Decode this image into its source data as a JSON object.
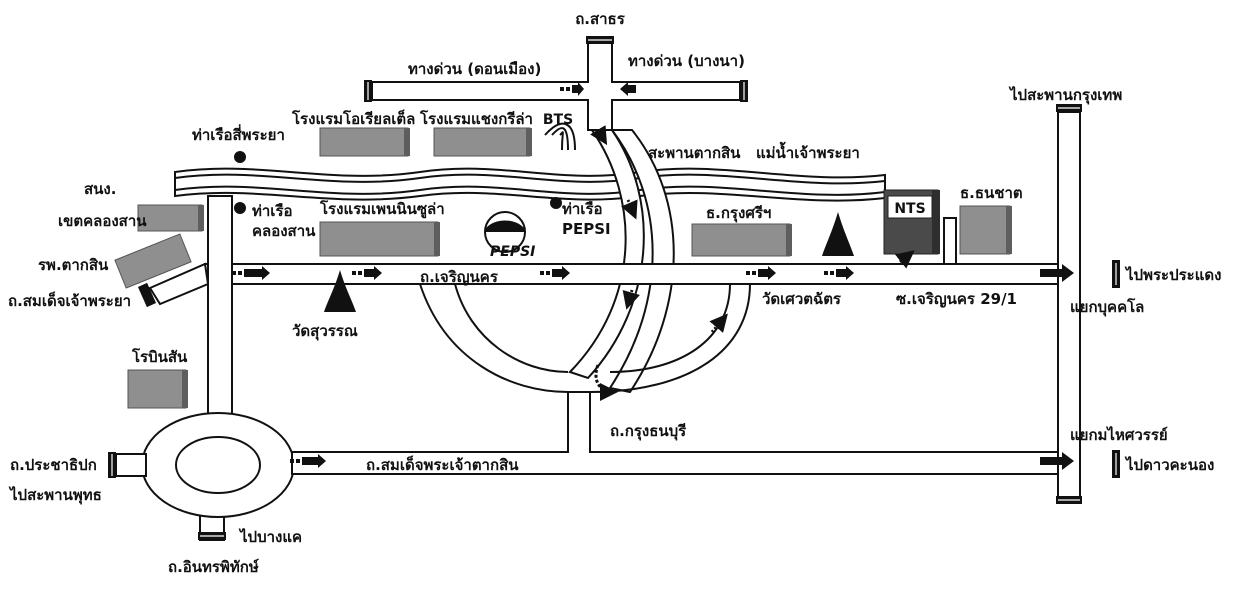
{
  "map": {
    "roads": {
      "sathorn": "ถ.สาธร",
      "expressway_donmuang": "ทางด่วน (ดอนเมือง)",
      "expressway_bangna": "ทางด่วน (บางนา)",
      "charoen_nakhon": "ถ.เจริญนคร",
      "somdet_chaophraya": "ถ.สมเด็จเจ้าพระยา",
      "somdet_phrachao_taksin": "ถ.สมเด็จพระเจ้าตากสิน",
      "krung_thonburi": "ถ.กรุงธนบุรี",
      "prachathipok": "ถ.ประชาธิปก",
      "inthraphithak": "ถ.อินทรพิทักษ์",
      "soi_charoen_nakhon": "ซ.เจริญนคร 29/1"
    },
    "directions": {
      "to_krungthep_bridge": "ไปสะพานกรุงเทพ",
      "to_pradaeng": "ไปพระประแดง",
      "to_dao_khanong": "ไปดาวคะนอง",
      "to_phut_bridge": "ไปสะพานพุทธ",
      "to_bang_khae": "ไปบางแค"
    },
    "intersections": {
      "bukkhalo": "แยกบุคคโล",
      "mahaisawan": "แยกมไหศวรรย์"
    },
    "landmarks": {
      "si_phraya_pier": "ท่าเรือสี่พระยา",
      "oriental_hotel": "โรงแรมโอเรียลเต็ล",
      "shangrila_hotel": "โรงแรมแชงกรีล่า",
      "bts": "BTS",
      "taksin_bridge": "สะพานตากสิน",
      "chaophraya_river": "แม่น้ำเจ้าพระยา",
      "district_office_line1": "สนง.",
      "district_office_line2": "เขตคลองสาน",
      "khlong_san_pier_line1": "ท่าเรือ",
      "khlong_san_pier_line2": "คลองสาน",
      "peninsula_hotel": "โรงแรมเพนนินซูล่า",
      "pepsi_logo": "PEPSI",
      "pepsi_pier_line1": "ท่าเรือ",
      "pepsi_pier_line2": "PEPSI",
      "krungsri_bank": "ธ.กรุงศรีฯ",
      "nts_logo": "NTS",
      "thanachart_bank": "ธ.ธนชาต",
      "taksin_hospital": "รพ.ตากสิน",
      "wat_suwan": "วัดสุวรรณ",
      "wat_sawettachat": "วัดเศวตฉัตร",
      "robinson": "โรบินสัน"
    }
  }
}
